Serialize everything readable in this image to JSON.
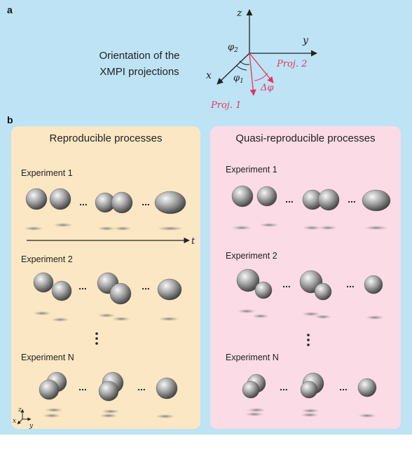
{
  "panel_a": {
    "label": "a",
    "caption_line1": "Orientation of the",
    "caption_line2": "XMPI projections",
    "axes": {
      "z": "z",
      "y": "y",
      "x": "x"
    },
    "angles": {
      "phi2": "φ",
      "phi2_sub": "2",
      "phi1": "φ",
      "phi1_sub": "1",
      "delta_phi": "Δφ"
    },
    "proj1": "Proj. 1",
    "proj2": "Proj. 2"
  },
  "panel_b": {
    "label": "b",
    "time_label": "t",
    "coord_axes": {
      "z": "z",
      "x": "x",
      "y": "y"
    },
    "ellipsis": "...",
    "reproducible": {
      "title": "Reproducible processes",
      "experiments": [
        "Experiment 1",
        "Experiment 2",
        "Experiment N"
      ]
    },
    "quasi": {
      "title": "Quasi-reproducible processes",
      "experiments": [
        "Experiment 1",
        "Experiment 2",
        "Experiment N"
      ]
    }
  },
  "colors": {
    "panel_a_bg": "#bde3f5",
    "panel_b_bg": "#bde3f5",
    "reproducible_box": "#fbe7c3",
    "quasi_box": "#fbdbe6",
    "projection_accent": "#e8335e",
    "axis": "#222222"
  }
}
